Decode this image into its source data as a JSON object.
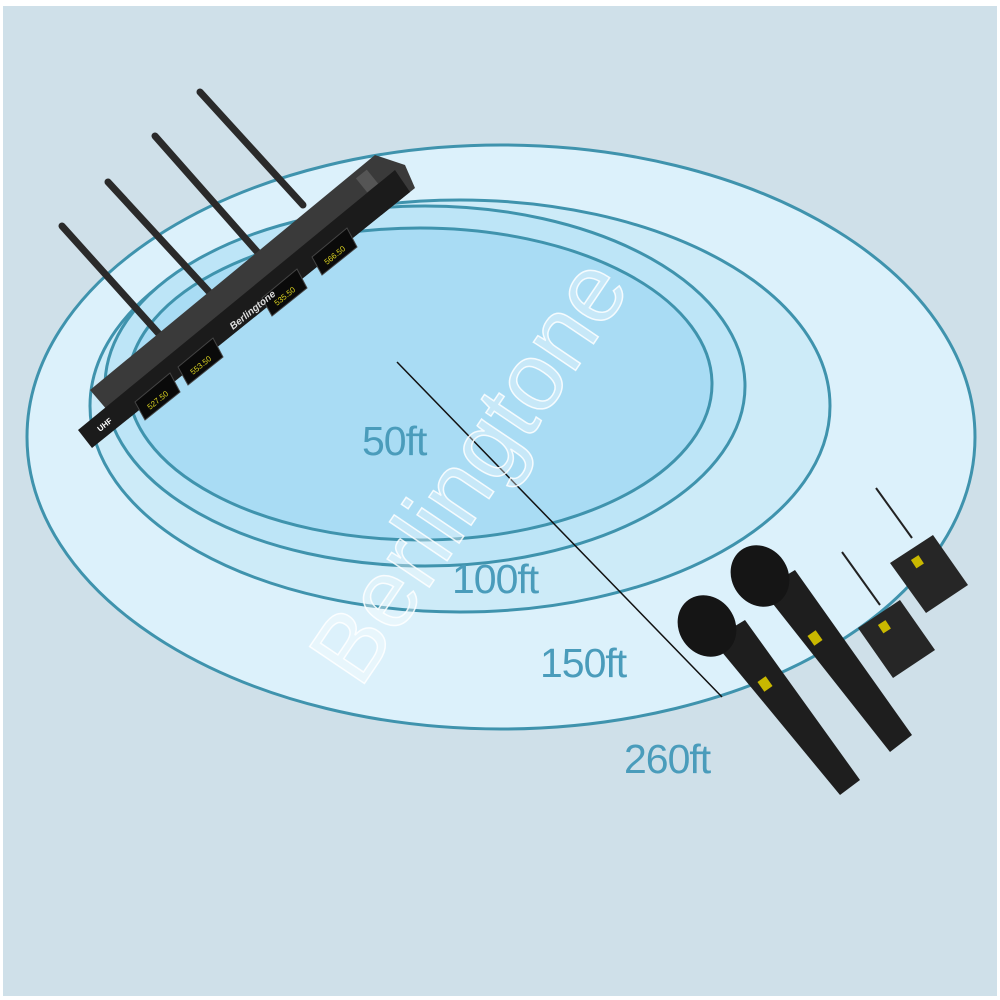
{
  "brand": "Berlingtone",
  "watermark": "Berlingtone",
  "receiver": {
    "brand": "Berlingtone",
    "badge": "UHF",
    "channels": [
      "527.50",
      "553.50",
      "535.50",
      "566.50"
    ]
  },
  "ranges": [
    "50ft",
    "100ft",
    "150ft",
    "260ft"
  ],
  "colors": {
    "background": "#cfe0e9",
    "zone_outer": "#dcf1fb",
    "zone_inner": "#a9dcf4",
    "ring": "#3f93ad",
    "label": "#4a9cbb"
  }
}
